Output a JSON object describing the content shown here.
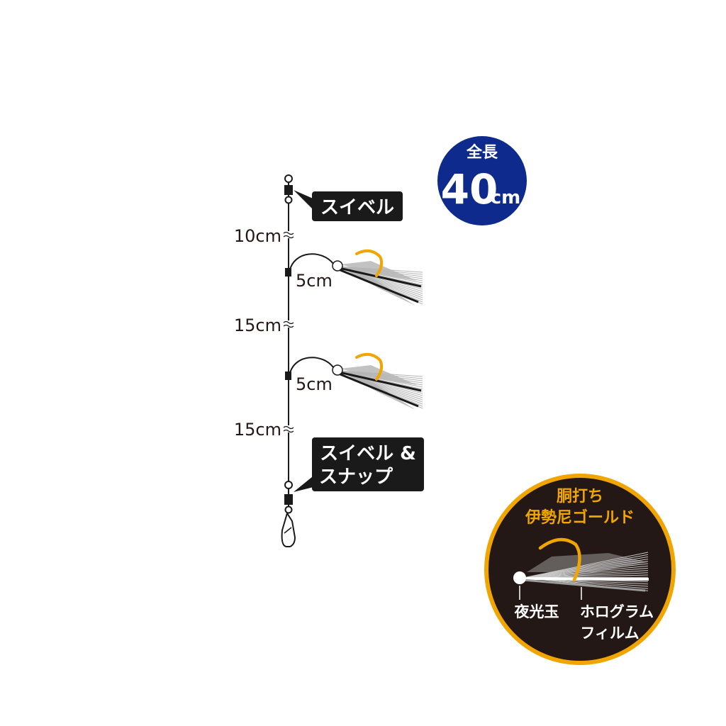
{
  "total_length": {
    "label": "全長",
    "value": "40",
    "unit": "cm"
  },
  "callouts": {
    "top_swivel": "スイベル",
    "bottom_lines": [
      "スイベル &",
      "スナップ"
    ]
  },
  "segments": [
    "10cm",
    "15cm",
    "15cm"
  ],
  "branches": [
    "5cm",
    "5cm"
  ],
  "detail": {
    "hook_lines": [
      "胴打ち",
      "伊勢尼ゴールド"
    ],
    "bead": "夜光玉",
    "film_lines": [
      "ホログラム",
      "フィルム"
    ]
  },
  "colors": {
    "accent": "#f0a500",
    "badge": "#0d2a8c",
    "dark": "#231815",
    "line": "#1a1a1a"
  }
}
